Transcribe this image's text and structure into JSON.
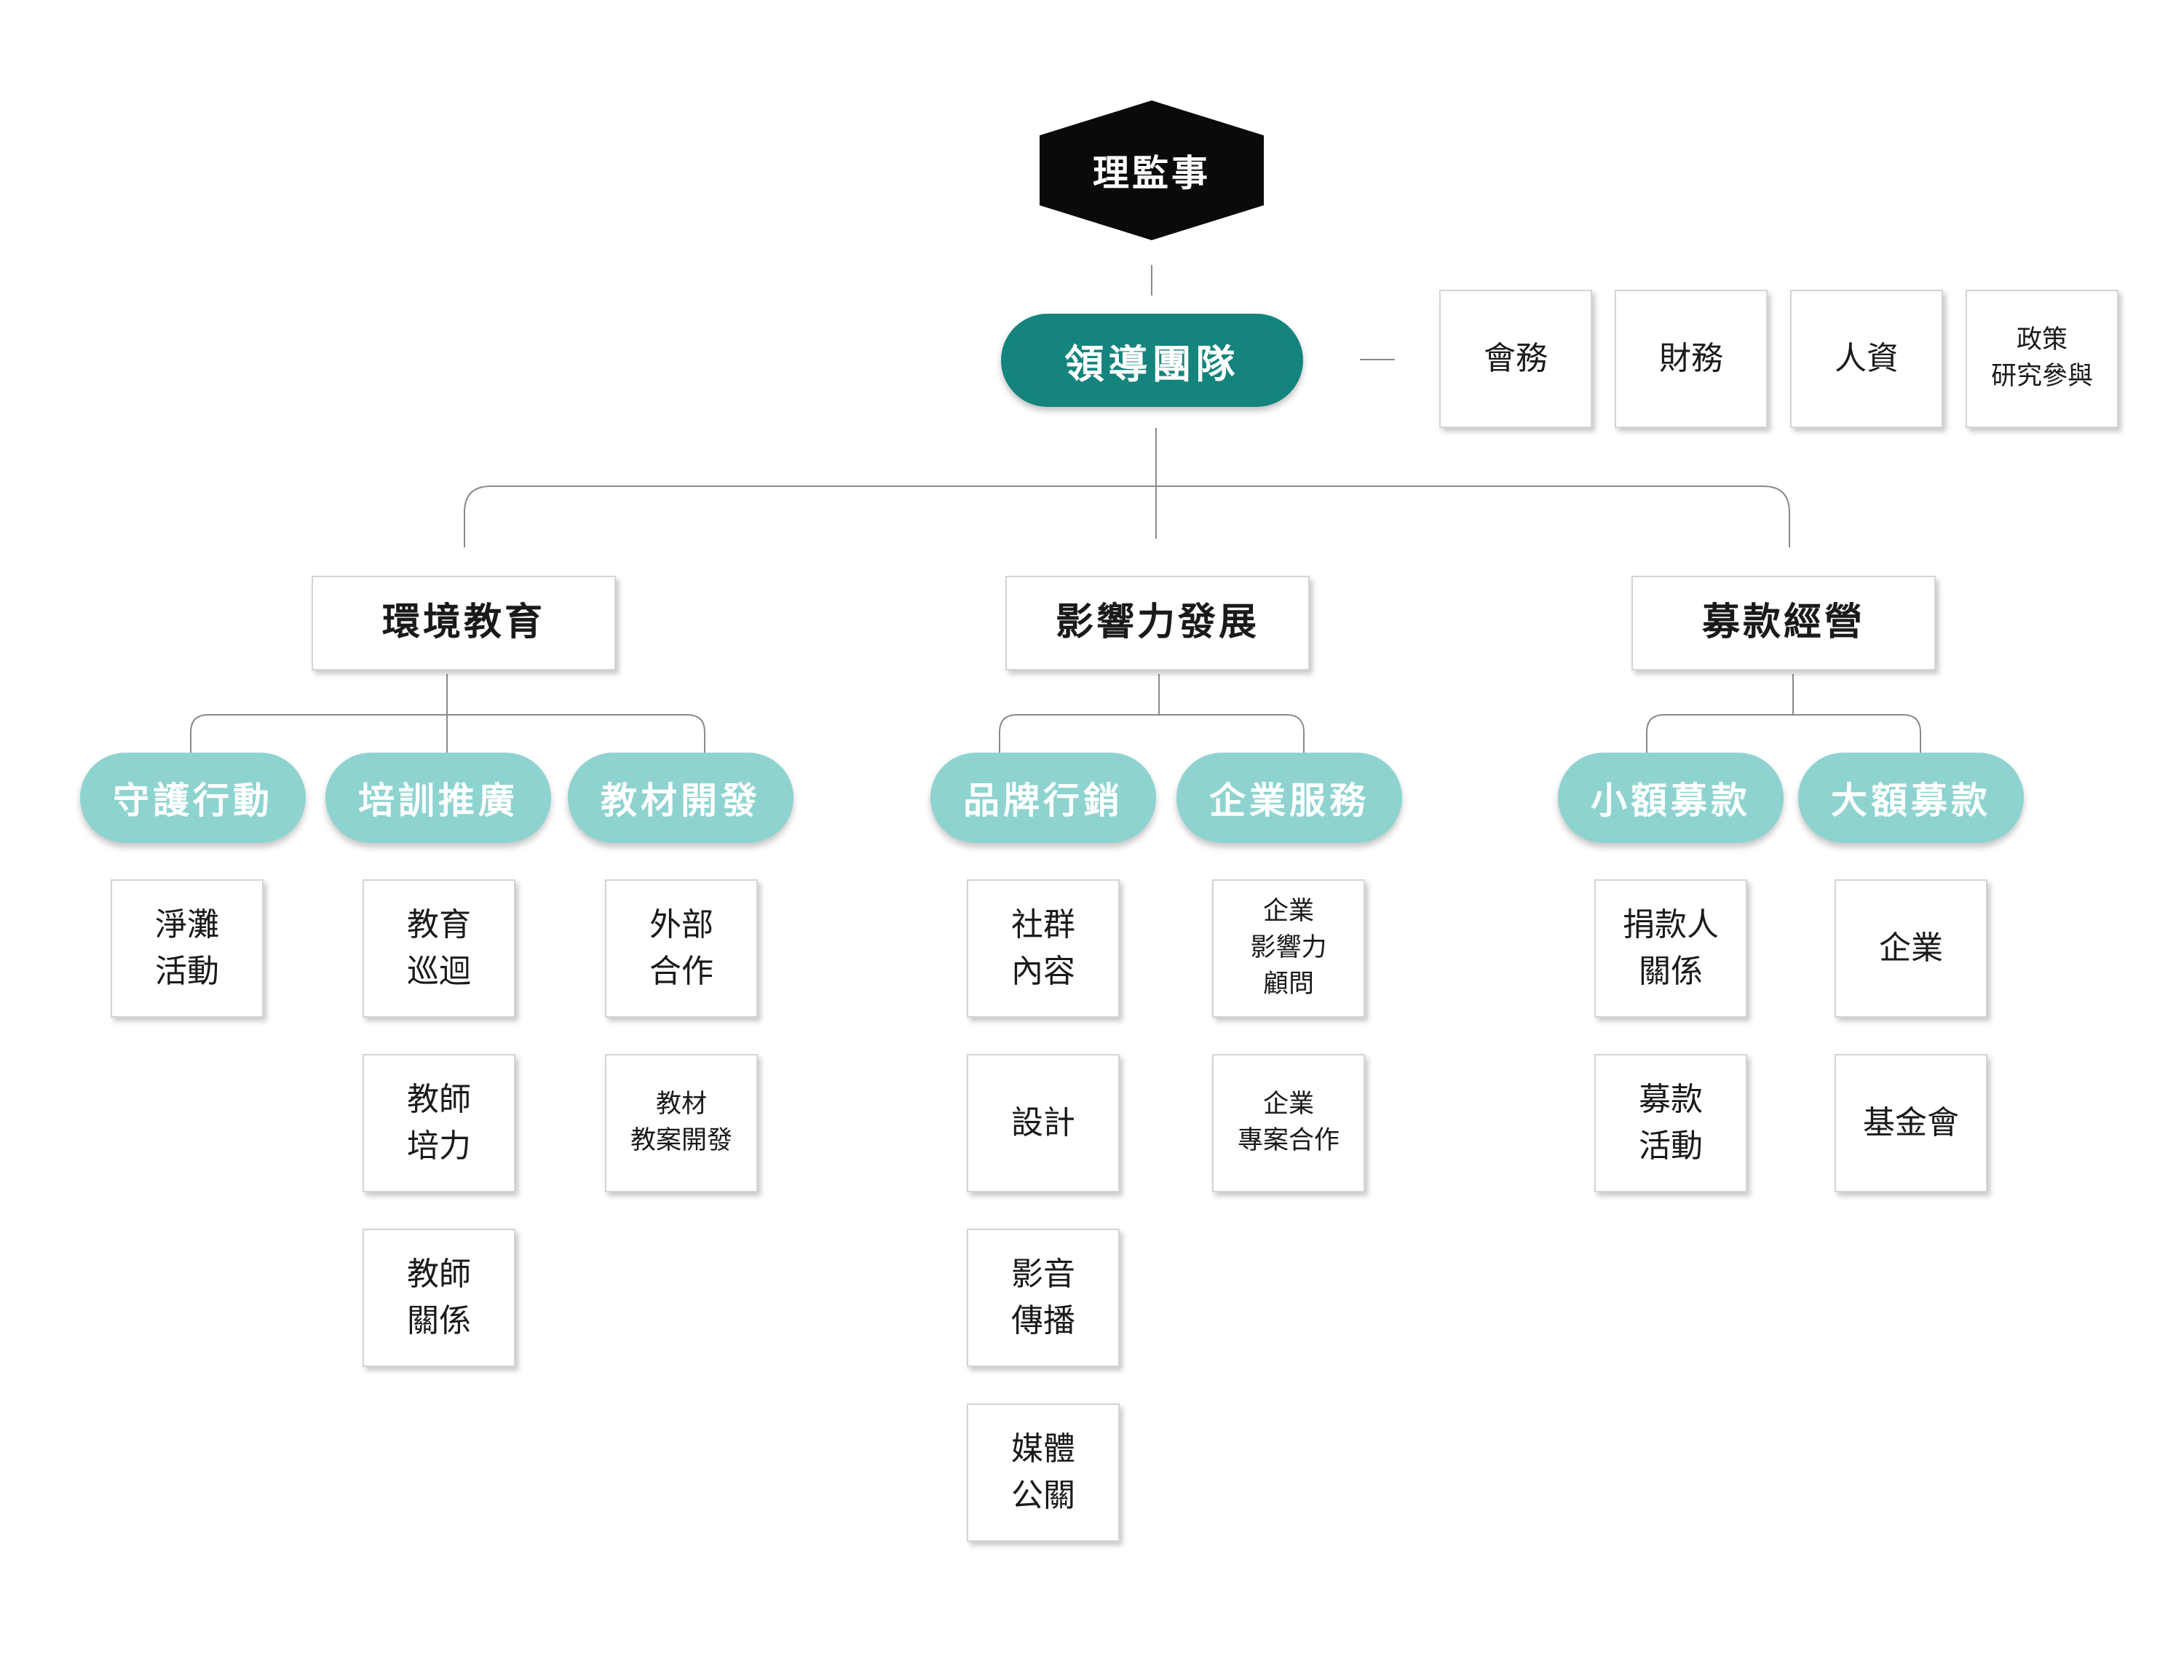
{
  "board": "理監事",
  "leadership": "領導團隊",
  "support": [
    "會務",
    "財務",
    "人資",
    "政策\n研究參與"
  ],
  "departments": [
    {
      "name": "環境教育",
      "teams": [
        {
          "name": "守護行動",
          "items": [
            "淨灘\n活動"
          ]
        },
        {
          "name": "培訓推廣",
          "items": [
            "教育\n巡迴",
            "教師\n培力",
            "教師\n關係"
          ]
        },
        {
          "name": "教材開發",
          "items": [
            "外部\n合作",
            "教材\n教案開發"
          ]
        }
      ]
    },
    {
      "name": "影響力發展",
      "teams": [
        {
          "name": "品牌行銷",
          "items": [
            "社群\n內容",
            "設計",
            "影音\n傳播",
            "媒體\n公關"
          ]
        },
        {
          "name": "企業服務",
          "items": [
            "企業\n影響力\n顧問",
            "企業\n專案合作"
          ]
        }
      ]
    },
    {
      "name": "募款經營",
      "teams": [
        {
          "name": "小額募款",
          "items": [
            "捐款人\n關係",
            "募款\n活動"
          ]
        },
        {
          "name": "大額募款",
          "items": [
            "企業",
            "基金會"
          ]
        }
      ]
    }
  ]
}
